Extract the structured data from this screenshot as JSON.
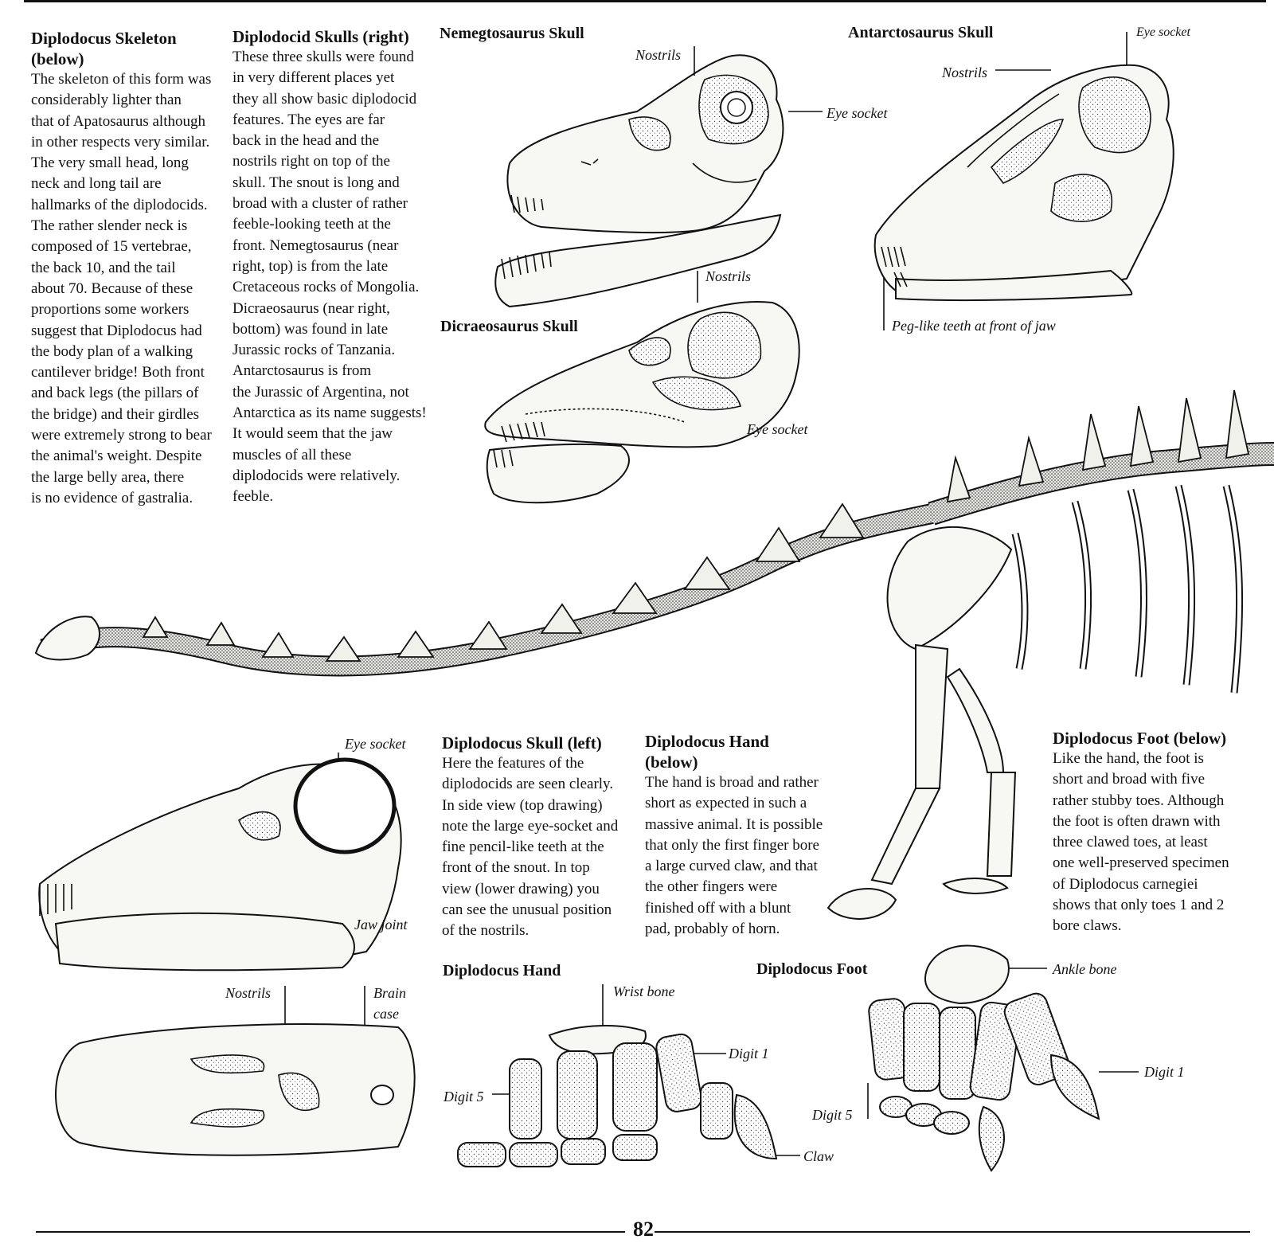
{
  "skeleton_section": {
    "title_line1": "Diplodocus Skeleton",
    "title_line2": "(below)",
    "lines": [
      "The skeleton of this form was",
      "considerably lighter than",
      "that of Apatosaurus although",
      "in other respects very similar.",
      "The very small head, long",
      "neck and long tail are",
      "hallmarks of the diplodocids.",
      "The rather slender neck is",
      "composed of 15 vertebrae,",
      "the back 10, and the tail",
      "about 70. Because of these",
      "proportions some workers",
      "suggest that Diplodocus had",
      "the body plan of a walking",
      "cantilever bridge! Both front",
      "and back legs (the pillars of",
      "the bridge) and their girdles",
      "were extremely strong to bear",
      "the animal's weight. Despite",
      "the large belly area, there",
      "is no evidence of gastralia."
    ]
  },
  "skulls_section": {
    "title": "Diplodocid Skulls (right)",
    "lines": [
      "These three skulls were found",
      "in very different places yet",
      "they all show basic diplodocid",
      "features. The eyes are far",
      "back in the head and the",
      "nostrils right on top of the",
      "skull. The snout is long and",
      "broad with a cluster of rather",
      "feeble-looking teeth at the",
      "front. Nemegtosaurus (near",
      "right, top) is from the late",
      "Cretaceous rocks of Mongolia.",
      "Dicraeosaurus (near right,",
      "bottom) was found in late",
      "Jurassic rocks of Tanzania.",
      "Antarctosaurus is from",
      "the Jurassic of Argentina, not",
      "Antarctica as its name suggests!",
      "It would seem that the jaw",
      "muscles of all these",
      "diplodocids were relatively.",
      "feeble."
    ]
  },
  "nemegtosaurus": {
    "title": "Nemegtosaurus Skull",
    "nostrils": "Nostrils",
    "eye_socket": "Eye socket"
  },
  "antarctosaurus": {
    "title": "Antarctosaurus Skull",
    "nostrils": "Nostrils",
    "eye_socket": "Eye socket",
    "teeth": "Peg-like teeth at front of jaw"
  },
  "dicraeosaurus": {
    "title": "Dicraeosaurus Skull",
    "nostrils": "Nostrils",
    "eye_socket": "Eye socket"
  },
  "diplodocus_skull_labels": {
    "eye_socket": "Eye socket",
    "jaw_joint": "Jaw joint",
    "nostrils": "Nostrils",
    "brain_case_1": "Brain",
    "brain_case_2": "case"
  },
  "skull_left_section": {
    "title": "Diplodocus Skull (left)",
    "lines": [
      "Here the features of the",
      "diplodocids are seen clearly.",
      "In side view (top drawing)",
      "note the large eye-socket and",
      "fine pencil-like teeth at the",
      "front of the snout. In top",
      "view (lower drawing) you",
      "can see the unusual position",
      "of the nostrils."
    ]
  },
  "hand_section": {
    "title_line1": "Diplodocus Hand",
    "title_line2": "(below)",
    "lines": [
      "The hand is broad and rather",
      "short as expected in such a",
      "massive animal. It is possible",
      "that only the first finger bore",
      "a large curved claw, and that",
      "the other fingers were",
      "finished off with a blunt",
      "pad, probably of horn."
    ]
  },
  "foot_section": {
    "title": "Diplodocus Foot (below)",
    "lines": [
      "Like the hand, the foot is",
      "short and broad with five",
      "rather stubby toes. Although",
      "the foot is often drawn with",
      "three clawed toes, at least",
      "one well-preserved specimen",
      "of Diplodocus carnegiei",
      "shows that only toes 1 and 2",
      "bore claws."
    ]
  },
  "hand_figure": {
    "title": "Diplodocus Hand",
    "wrist": "Wrist bone",
    "digit1": "Digit 1",
    "digit5": "Digit 5",
    "claw": "Claw"
  },
  "foot_figure": {
    "title": "Diplodocus Foot",
    "ankle": "Ankle bone",
    "digit1": "Digit 1",
    "digit5": "Digit 5"
  },
  "page_number": "82"
}
